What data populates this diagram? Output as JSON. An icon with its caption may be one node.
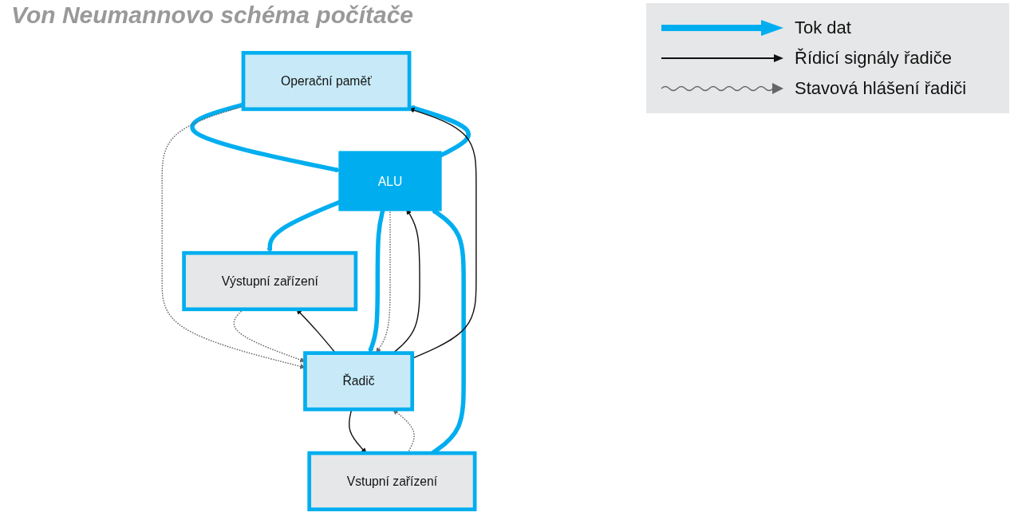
{
  "diagram": {
    "title": "Von Neumannovo schéma počítače",
    "nodes": [
      {
        "text": [
          "Operační paměť"
        ]
      },
      {
        "text": [
          "Vstupní zařízení"
        ]
      },
      {
        "text": [
          "ALU"
        ]
      },
      {
        "text": [
          "Výstupní zařízení"
        ]
      },
      {
        "text": [
          "Řadič"
        ]
      }
    ],
    "edges": [
      {
        "from": 1,
        "to": 2,
        "arrow": "to",
        "style": "thick",
        "color": "#00aeef"
      },
      {
        "from": 2,
        "to": 3,
        "arrow": "to",
        "style": "thick",
        "color": "#00aeef"
      },
      {
        "from": 2,
        "to": 0,
        "arrow": "to",
        "style": "thick",
        "color": "#00aeef"
      },
      {
        "from": 0,
        "to": 2,
        "arrow": "to",
        "style": "thick",
        "color": "#00aeef"
      },
      {
        "from": 2,
        "to": 4,
        "arrow": "to",
        "style": "thick",
        "color": "#00aeef"
      },
      {
        "from": 4,
        "to": 2,
        "arrow": "to",
        "color": "#111111"
      },
      {
        "from": 4,
        "to": 1,
        "arrow": "to",
        "color": "#111111"
      },
      {
        "from": 4,
        "to": 3,
        "arrow": "to",
        "color": "#111111"
      },
      {
        "from": 4,
        "to": 0,
        "arrow": "to",
        "color": "#111111"
      },
      {
        "from": 2,
        "to": 4,
        "arrow": "to",
        "style": "dashed",
        "color": "#666666"
      },
      {
        "from": 1,
        "to": 4,
        "arrow": "to",
        "style": "dashed",
        "color": "#666666"
      },
      {
        "from": 3,
        "to": 4,
        "arrow": "to",
        "style": "dashed",
        "color": "#666666"
      },
      {
        "from": 0,
        "to": 4,
        "arrow": "to",
        "style": "dashed",
        "color": "#666666"
      }
    ],
    "legend": [
      {
        "text": "Tok dat"
      },
      {
        "text": "Řídicí signály řadiče"
      },
      {
        "text": "Stavová hlášení řadiči"
      }
    ]
  }
}
